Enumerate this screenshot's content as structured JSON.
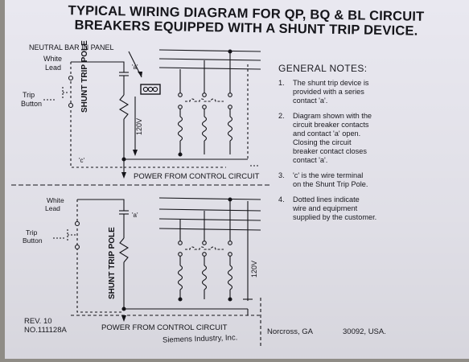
{
  "title": {
    "line1": "TYPICAL WIRING DIAGRAM FOR QP, BQ & BL CIRCUIT",
    "line2": "BREAKERS EQUIPPED WITH A SHUNT TRIP DEVICE."
  },
  "top_diagram": {
    "neutral_bar": "NEUTRAL BAR IN PANEL",
    "white_lead": [
      "White",
      "Lead"
    ],
    "trip_button": [
      "Trip",
      "Button"
    ],
    "contact_a": "'a'",
    "shunt_trip_pole": "SHUNT TRIP POLE",
    "voltage": "120V",
    "terminal_c": "'c'",
    "power_label": "POWER FROM CONTROL CIRCUIT"
  },
  "bottom_diagram": {
    "white_lead": [
      "White",
      "Lead"
    ],
    "trip_button": [
      "Trip",
      "Button"
    ],
    "contact_a": "'a'",
    "shunt_trip_pole": "SHUNT TRIP POLE",
    "voltage": "120V",
    "power_label": "POWER FROM CONTROL CIRCUIT"
  },
  "notes": {
    "heading": "GENERAL NOTES:",
    "items": [
      {
        "num": "1.",
        "text": "The shunt trip device is\nprovided with a series\ncontact 'a'."
      },
      {
        "num": "2.",
        "text": "Diagram shown with the\ncircuit breaker contacts\nand contact 'a' open.\nClosing the circuit\nbreaker contact closes\ncontact 'a'."
      },
      {
        "num": "3.",
        "text": "'c' is the wire terminal\non the Shunt Trip Pole."
      },
      {
        "num": "4.",
        "text": "Dotted lines indicate\nwire and equipment\nsupplied by the customer."
      }
    ]
  },
  "footer": {
    "rev": "REV. 10",
    "number": "NO.111128A",
    "company": "Siemens Industry, Inc.",
    "city": "Norcross, GA",
    "zip": "30092, USA."
  }
}
